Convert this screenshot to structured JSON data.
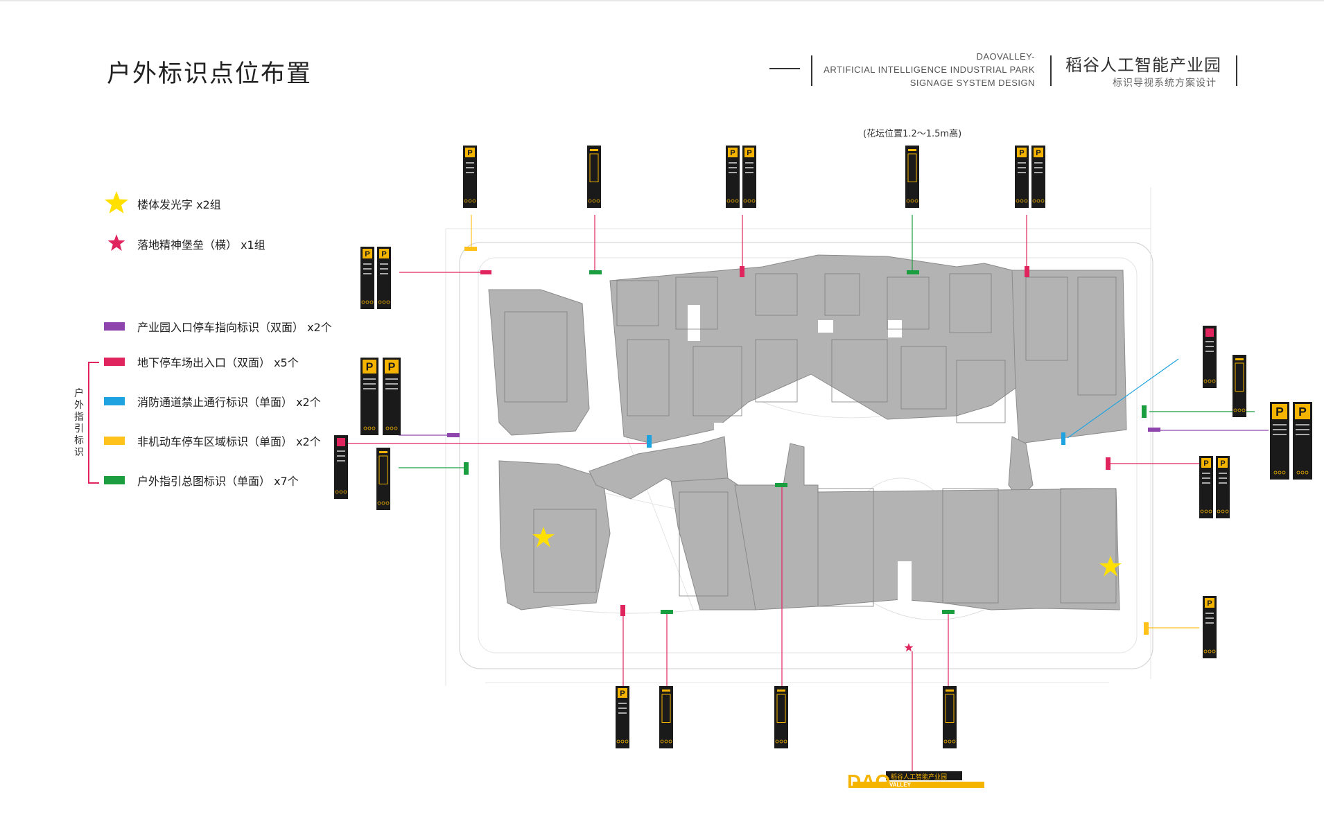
{
  "title": "户外标识点位布置",
  "header": {
    "en_lines": [
      "DAOVALLEY-",
      "ARTIFICIAL INTELLIGENCE INDUSTRIAL PARK",
      "SIGNAGE SYSTEM DESIGN"
    ],
    "cn_title": "稻谷人工智能产业园",
    "cn_subtitle": "标识导视系统方案设计"
  },
  "legend": {
    "stars": [
      {
        "label": "楼体发光字  x2组",
        "color": "#ffe000",
        "icon": "star-icon"
      },
      {
        "label": "落地精神堡垒（横）  x1组",
        "color": "#e0245e",
        "icon": "star-icon"
      }
    ],
    "items": [
      {
        "label": "产业园入口停车指向标识（双面）  x2个",
        "color": "#8e44ad"
      },
      {
        "label": "地下停车场出入口（双面）  x5个",
        "color": "#e0245e"
      },
      {
        "label": "消防通道禁止通行标识（单面）  x2个",
        "color": "#1fa3e0"
      },
      {
        "label": "非机动车停车区域标识（单面）  x2个",
        "color": "#ffc21a"
      },
      {
        "label": "户外指引总图标识（单面）  x7个",
        "color": "#1a9e3f"
      }
    ],
    "group_label": "户外指引标识"
  },
  "note": "(花坛位置1.2～1.5m高)",
  "monument": {
    "big": "DAO",
    "small": "VALLEY",
    "name": "稻谷人工智能产业园"
  },
  "sign_text": {
    "parking": "P"
  },
  "colors": {
    "purple": "#8e44ad",
    "red": "#e0245e",
    "blue": "#1fa3e0",
    "yellow": "#ffc21a",
    "green": "#1a9e3f",
    "building": "#b3b3b3",
    "sign": "#1a1a1a",
    "accent": "#f5b400"
  }
}
